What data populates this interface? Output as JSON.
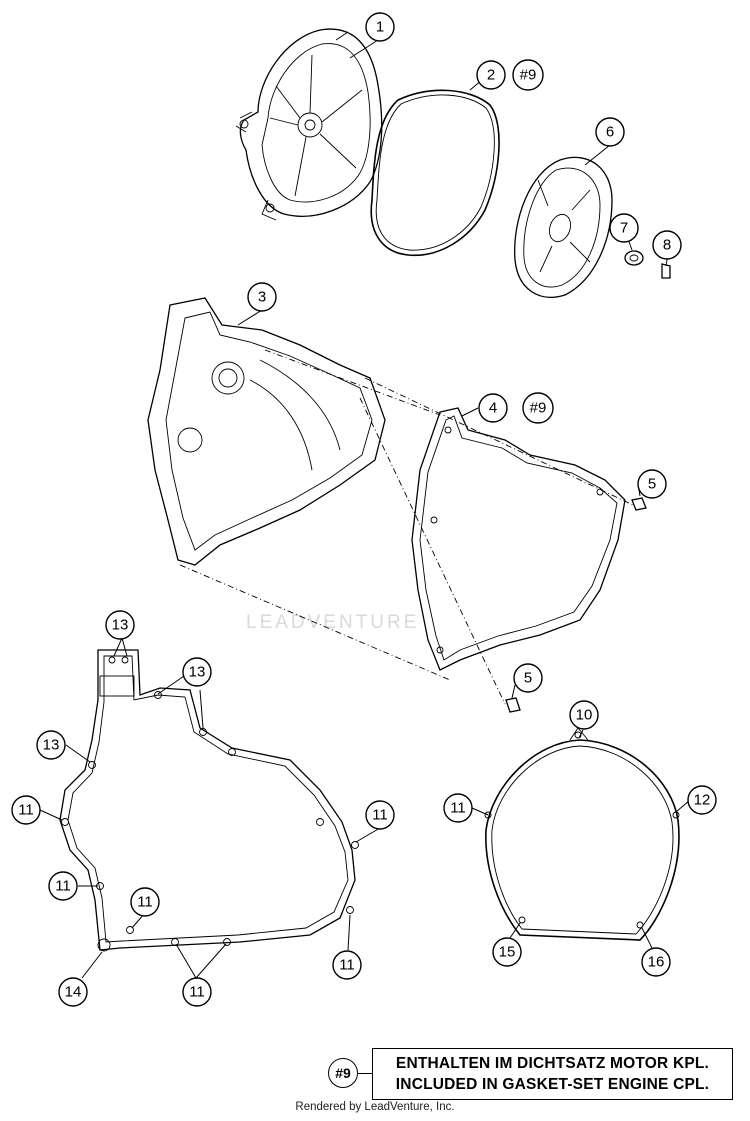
{
  "callouts": {
    "c1": "1",
    "c2": "2",
    "c3": "3",
    "c4": "4",
    "c5a": "5",
    "c5b": "5",
    "c6": "6",
    "c7": "7",
    "c8": "8",
    "c10": "10",
    "c11a": "11",
    "c11b": "11",
    "c11c": "11",
    "c11d": "11",
    "c11e": "11",
    "c11f": "11",
    "c11g": "11",
    "c12": "12",
    "c13a": "13",
    "c13b": "13",
    "c13c": "13",
    "c14": "14",
    "c15": "15",
    "c16": "16"
  },
  "kit_refs": {
    "r2": "#9",
    "r4": "#9"
  },
  "legend": {
    "key": "#9",
    "line1": "ENTHALTEN IM DICHTSATZ MOTOR KPL.",
    "line2": "INCLUDED IN GASKET-SET ENGINE CPL."
  },
  "watermark": "LEADVENTURE",
  "footer": "Rendered by LeadVenture, Inc."
}
